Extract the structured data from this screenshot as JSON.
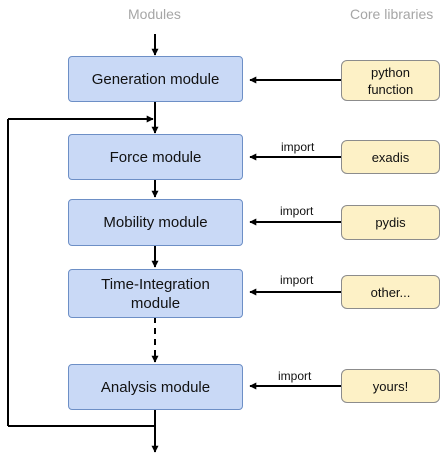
{
  "headers": {
    "modules": "Modules",
    "core_libraries": "Core libraries"
  },
  "modules": [
    {
      "id": "generation",
      "label": "Generation module"
    },
    {
      "id": "force",
      "label": "Force module"
    },
    {
      "id": "mobility",
      "label": "Mobility module"
    },
    {
      "id": "time_integration",
      "label": "Time-Integration module"
    },
    {
      "id": "analysis",
      "label": "Analysis module"
    }
  ],
  "libraries": [
    {
      "id": "python",
      "label": "python\nfunction"
    },
    {
      "id": "exadis",
      "label": "exadis"
    },
    {
      "id": "pydis",
      "label": "pydis"
    },
    {
      "id": "other",
      "label": "other..."
    },
    {
      "id": "yours",
      "label": "yours!"
    }
  ],
  "edge_labels": {
    "import": "import"
  },
  "colors": {
    "module_fill": "#c9d9f6",
    "module_border": "#6d8fc6",
    "library_fill": "#fdf1c6",
    "library_border": "#8c8c8c",
    "header_text": "#a6a6a6",
    "arrow": "#000000"
  }
}
